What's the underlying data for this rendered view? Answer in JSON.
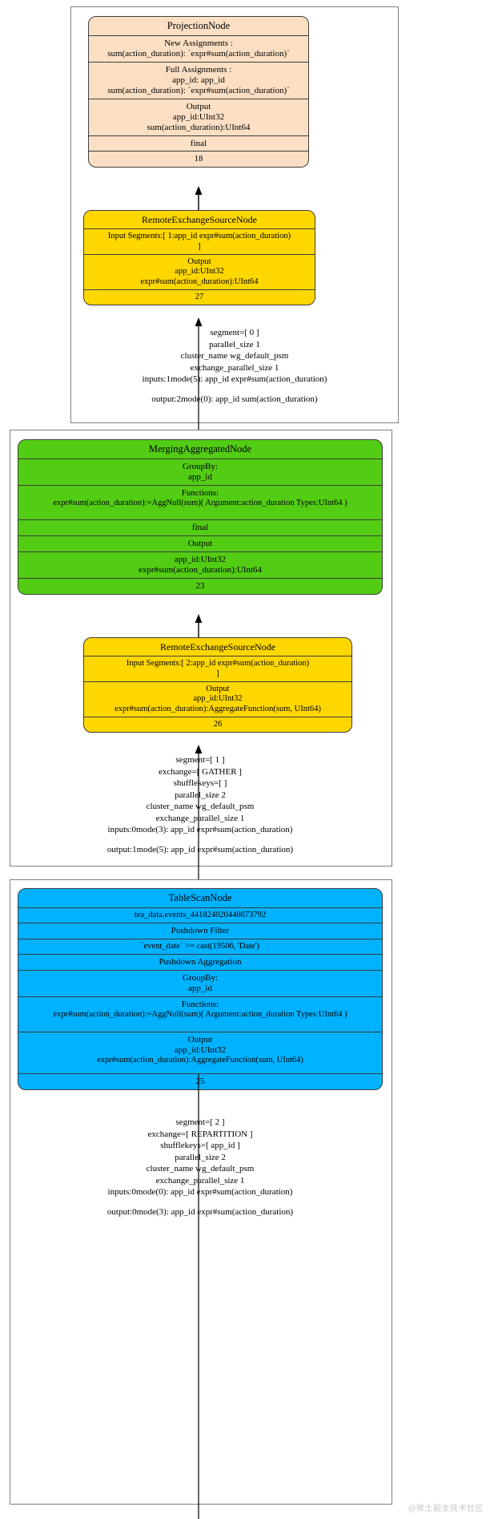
{
  "diagram": {
    "title": "Distributed Query Execution Plan",
    "colors": {
      "projection": "#fbdfc4",
      "exchange": "#ffd700",
      "aggregate": "#53cc14",
      "tablescan": "#00b2ff",
      "border": "#3d3d3d",
      "segment_border": "#808080"
    }
  },
  "segments": [
    {
      "name": "segment-0",
      "nodes": [
        "projection_node",
        "remote_exchange_27"
      ]
    },
    {
      "name": "segment-1",
      "nodes": [
        "merging_aggregated_node",
        "remote_exchange_26"
      ]
    },
    {
      "name": "segment-2",
      "nodes": [
        "table_scan_node"
      ]
    }
  ],
  "projection_node": {
    "title": "ProjectionNode",
    "new_assignments_header": "New Assignments :",
    "new_assignments": [
      "sum(action_duration): `expr#sum(action_duration)`"
    ],
    "full_assignments_header": "Full Assignments :",
    "full_assignments": [
      "app_id: app_id",
      "sum(action_duration): `expr#sum(action_duration)`"
    ],
    "output_header": "Output",
    "output": [
      "app_id:UInt32",
      "sum(action_duration):UInt64"
    ],
    "stage": "final",
    "id": "18"
  },
  "remote_exchange_27": {
    "title": "RemoteExchangeSourceNode",
    "input_segments": [
      "Input Segments:[ 1:app_id expr#sum(action_duration)",
      "]"
    ],
    "output_header": "Output",
    "output": [
      "app_id:UInt32",
      "expr#sum(action_duration):UInt64"
    ],
    "id": "27"
  },
  "merging_aggregated_node": {
    "title": "MergingAggregatedNode",
    "groupby_header": "GroupBy:",
    "groupby": [
      "app_id"
    ],
    "functions_header": "Functions:",
    "functions": [
      "expr#sum(action_duration):=AggNull(sum)( Argument:action_duration Types:UInt64 )"
    ],
    "stage": "final",
    "output_header": "Output",
    "output": [
      "app_id:UInt32",
      "expr#sum(action_duration):UInt64"
    ],
    "id": "23"
  },
  "remote_exchange_26": {
    "title": "RemoteExchangeSourceNode",
    "input_segments": [
      "Input Segments:[ 2:app_id expr#sum(action_duration)",
      "]"
    ],
    "output_header": "Output",
    "output": [
      "app_id:UInt32",
      "expr#sum(action_duration):AggregateFunction(sum, UInt64)"
    ],
    "id": "26"
  },
  "table_scan_node": {
    "title": "TableScanNode",
    "table": "tea_data.events_441824020448673792",
    "pushdown_filter_header": "Pushdown Filter",
    "pushdown_filter": "`event_date` >= cast(19506, 'Date')",
    "pushdown_aggregation_header": "Pushdown Aggregation",
    "groupby_header": "GroupBy:",
    "groupby": [
      "app_id"
    ],
    "functions_header": "Functions:",
    "functions": [
      "expr#sum(action_duration):=AggNull(sum)( Argument:action_duration Types:UInt64 )"
    ],
    "output_header": "Output",
    "output": [
      "app_id:UInt32",
      "expr#sum(action_duration):AggregateFunction(sum, UInt64)"
    ],
    "id": "25"
  },
  "edge_labels": {
    "edge_segment_0": {
      "lines": [
        "segment=[ 0 ]",
        "parallel_size 1",
        "cluster_name wg_default_psm",
        "exchange_parallel_size 1",
        "inputs:1mode(5): app_id expr#sum(action_duration)"
      ],
      "output_line": "output:2mode(0): app_id sum(action_duration)"
    },
    "edge_segment_1": {
      "lines": [
        "segment=[ 1 ]",
        "exchange=[ GATHER ]",
        "shufflekeys=[  ]",
        "parallel_size 2",
        "cluster_name wg_default_psm",
        "exchange_parallel_size 1",
        "inputs:0mode(3): app_id expr#sum(action_duration)"
      ],
      "output_line": "output:1mode(5): app_id expr#sum(action_duration)"
    },
    "edge_segment_2": {
      "lines": [
        "segment=[ 2 ]",
        "exchange=[ REPARTITION ]",
        "shufflekeys=[ app_id  ]",
        "parallel_size 2",
        "cluster_name wg_default_psm",
        "exchange_parallel_size 1",
        "inputs:0mode(0): app_id expr#sum(action_duration)"
      ],
      "output_line": "output:0mode(3): app_id expr#sum(action_duration)"
    }
  },
  "watermark": "@稀土掘金技术社区"
}
